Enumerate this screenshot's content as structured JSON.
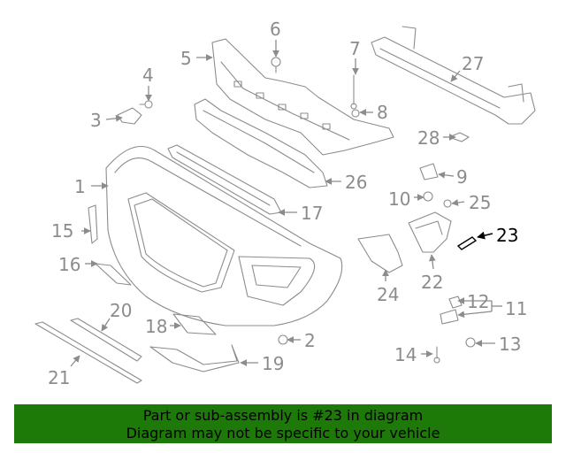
{
  "diagram": {
    "callouts": [
      "1",
      "2",
      "3",
      "4",
      "5",
      "6",
      "7",
      "8",
      "9",
      "10",
      "11",
      "12",
      "13",
      "14",
      "15",
      "16",
      "17",
      "18",
      "19",
      "20",
      "21",
      "22",
      "23",
      "24",
      "25",
      "26",
      "27",
      "28"
    ],
    "highlighted_callout": "23",
    "colors": {
      "line": "#8c8c8c",
      "highlight": "#000000",
      "banner": "#1e7a08"
    }
  },
  "banner": {
    "line1": "Part or sub-assembly is #23 in diagram",
    "line2": "Diagram may not be specific to your vehicle"
  }
}
